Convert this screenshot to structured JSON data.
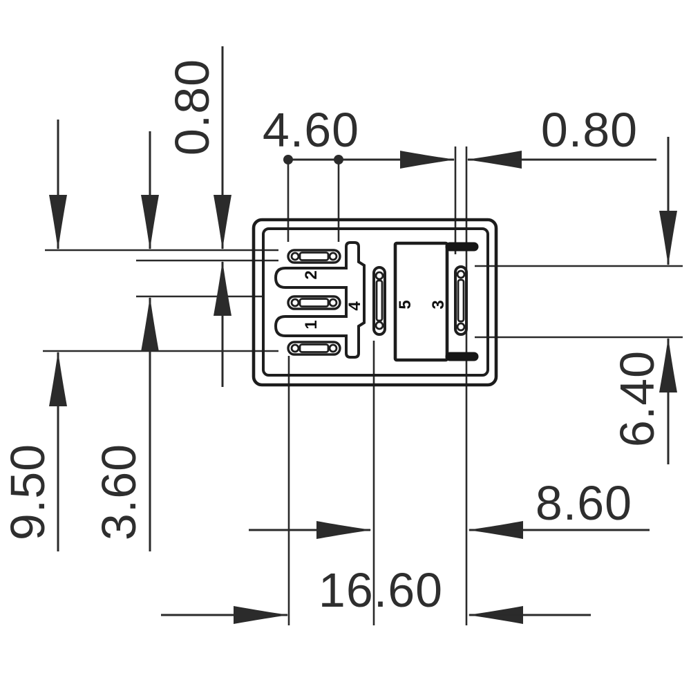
{
  "colors": {
    "background": "#ffffff",
    "line": "#2a2a2a",
    "text": "#2e2e2e"
  },
  "dimensions": {
    "top_left_pad_height": "0.80",
    "top_pad_span": "4.60",
    "top_right_slot_width": "0.80",
    "left_outer_height": "9.50",
    "left_inner_height": "3.60",
    "right_slot_length": "6.40",
    "bottom_slot_spacing": "8.60",
    "bottom_overall_width": "16.60"
  },
  "pin_labels": {
    "pin1": "1",
    "pin2": "2",
    "pin3": "3",
    "pin4": "4",
    "pin5": "5"
  }
}
